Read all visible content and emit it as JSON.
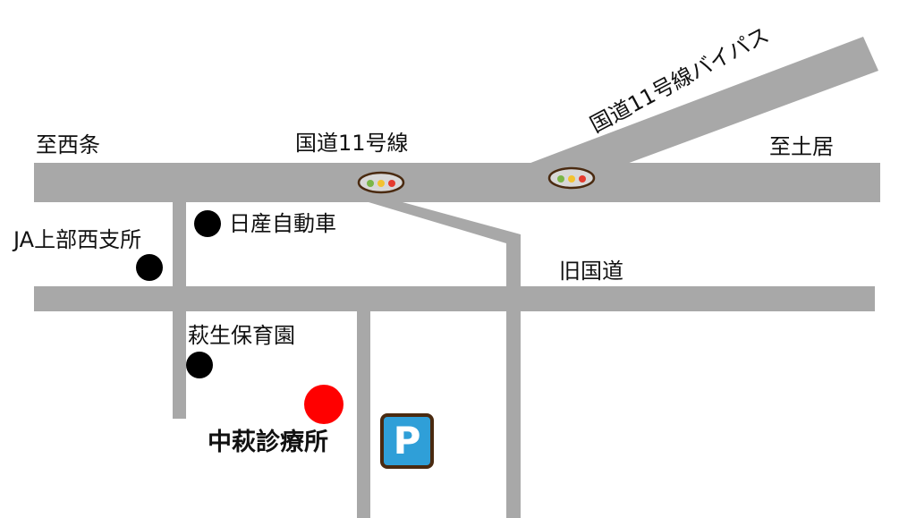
{
  "roads": {
    "to_saijo": "至西条",
    "route11": "国道11号線",
    "bypass": "国道11号線バイパス",
    "to_doi": "至土居",
    "old_road": "旧国道"
  },
  "places": {
    "ja_branch": "JA上部西支所",
    "nissan": "日産自動車",
    "nursery": "萩生保育園",
    "clinic": "中萩診療所"
  },
  "parking": {
    "label": "P",
    "icon": "parking-icon"
  },
  "colors": {
    "road": "#a8a8a8",
    "clinic_marker": "#ff0000",
    "landmark_marker": "#000000",
    "parking_bg": "#2f9fd8",
    "parking_border": "#4a2a10"
  }
}
